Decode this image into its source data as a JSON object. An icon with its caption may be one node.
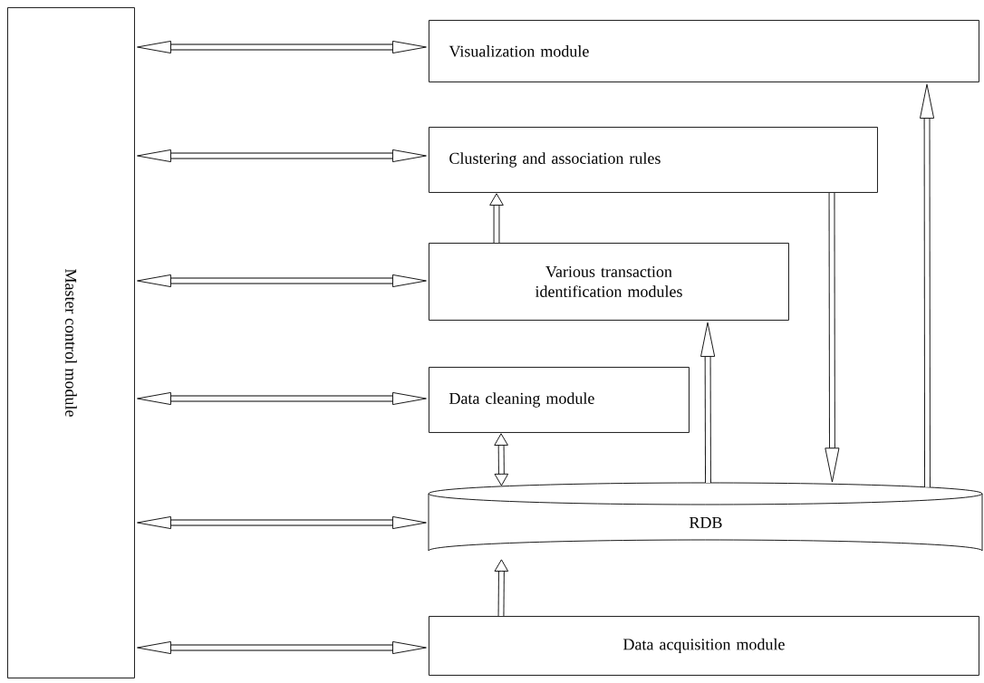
{
  "diagram": {
    "nodes": [
      {
        "text": [
          "Master control module"
        ]
      },
      {
        "text": [
          "Visualization module"
        ]
      },
      {
        "text": [
          "Clustering and association rules"
        ]
      },
      {
        "text": [
          "Various transaction identification modules"
        ]
      },
      {
        "text": [
          "Data cleaning module"
        ]
      },
      {
        "text": [
          "RDB"
        ]
      },
      {
        "text": [
          "Data acquisition module"
        ]
      }
    ],
    "edges": [
      {
        "from": 0,
        "to": 1,
        "arrow": "both"
      },
      {
        "from": 0,
        "to": 2,
        "arrow": "both"
      },
      {
        "from": 0,
        "to": 3,
        "arrow": "both"
      },
      {
        "from": 0,
        "to": 4,
        "arrow": "both"
      },
      {
        "from": 0,
        "to": 5,
        "arrow": "both"
      },
      {
        "from": 0,
        "to": 6,
        "arrow": "both"
      },
      {
        "from": 3,
        "to": 2,
        "arrow": "to"
      },
      {
        "from": 5,
        "to": 4,
        "arrow": "both"
      },
      {
        "from": 5,
        "to": 3,
        "arrow": "to"
      },
      {
        "from": 2,
        "to": 5,
        "arrow": "to"
      },
      {
        "from": 5,
        "to": 1,
        "arrow": "to"
      },
      {
        "from": 6,
        "to": 5,
        "arrow": "to"
      }
    ]
  }
}
